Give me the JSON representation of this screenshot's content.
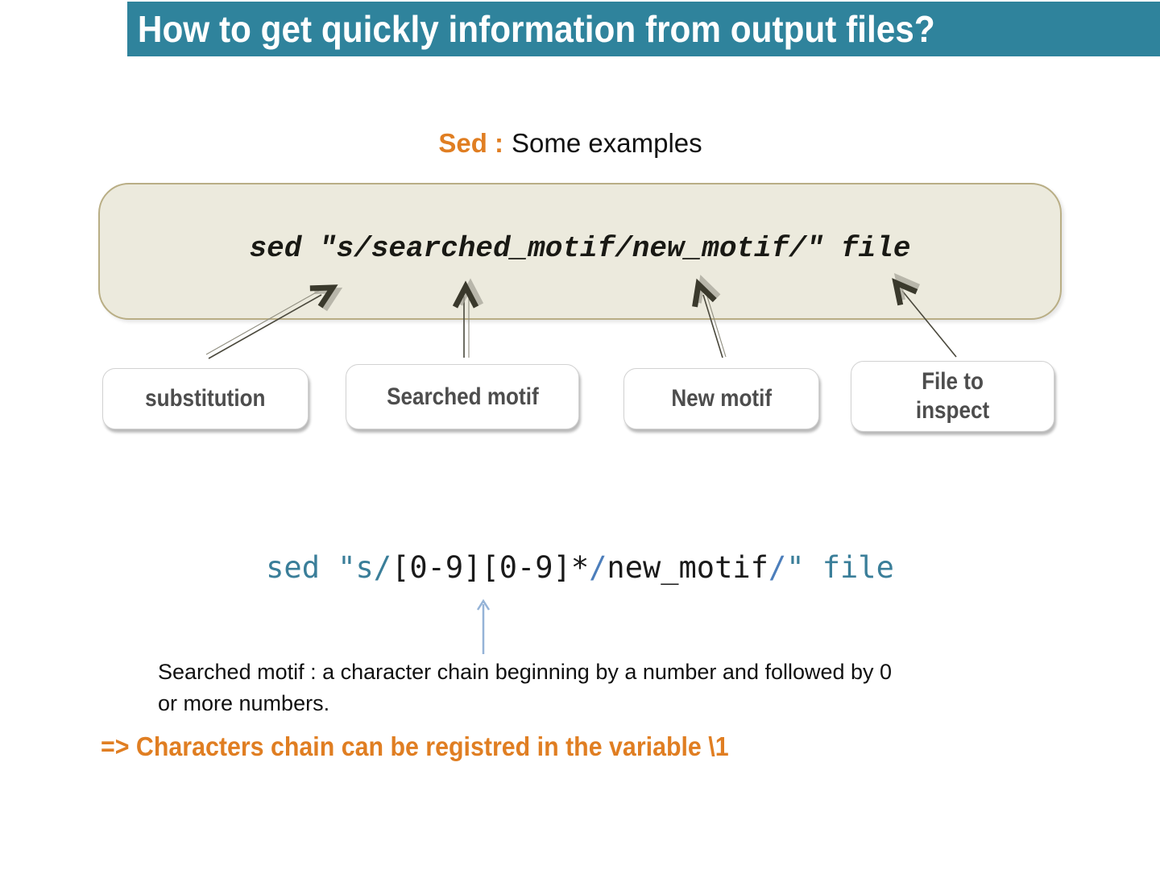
{
  "header": {
    "title": "How to get quickly information from output files?"
  },
  "subtitle": {
    "prefix": "Sed :",
    "rest": "Some examples"
  },
  "command_box": {
    "command": "sed \"s/searched_motif/new_motif/\" file"
  },
  "labels": [
    {
      "label": "substitution"
    },
    {
      "label": "Searched motif"
    },
    {
      "label": "New motif"
    },
    {
      "label": "File to\ninspect"
    }
  ],
  "example2": {
    "segments": [
      {
        "text": "sed \"s/",
        "color": "teal"
      },
      {
        "text": "[0-9][0-9]*",
        "color": "dark"
      },
      {
        "text": "/",
        "color": "blue"
      },
      {
        "text": "new_motif",
        "color": "dark"
      },
      {
        "text": "/",
        "color": "blue"
      },
      {
        "text": "\" file",
        "color": "teal"
      }
    ]
  },
  "note": {
    "text": "Searched motif : a character chain beginning by a number and followed by 0\nor more numbers."
  },
  "conclusion": {
    "text": "=> Characters chain can be registred in the variable \\1"
  },
  "colors": {
    "header_bg": "#2F839C",
    "accent_orange": "#E07E22",
    "box_fill": "#ECEADD",
    "box_border": "#B9AE85",
    "label_text": "#4D4D4D",
    "code_teal": "#3A7E99",
    "code_dark": "#1A1A1A",
    "code_blue": "#4C7EBB",
    "arrow_dark": "#3A392C",
    "arrow_blue": "#95B3D7"
  }
}
